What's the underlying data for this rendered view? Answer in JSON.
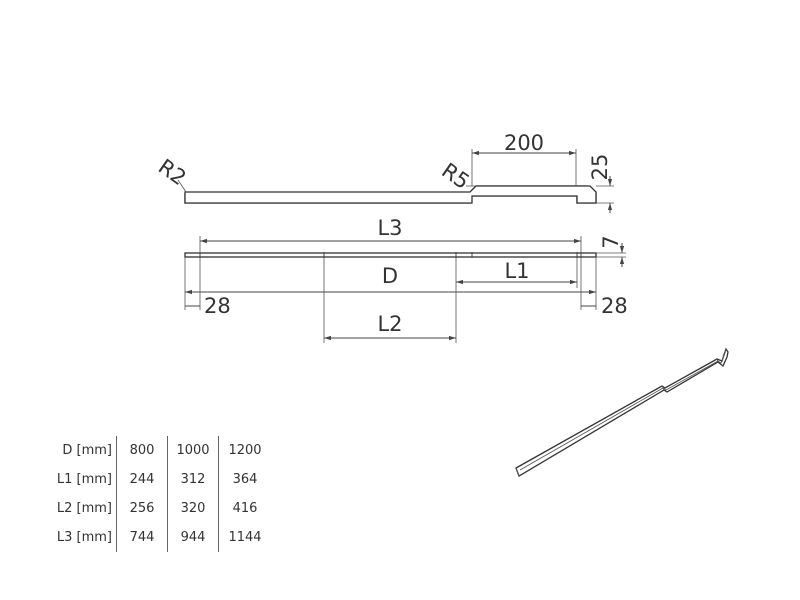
{
  "drawing": {
    "labels": {
      "r2": "R2",
      "r5": "R5",
      "d200": "200",
      "d25": "25",
      "l3": "L3",
      "d7": "7",
      "d": "D",
      "l1": "L1",
      "d28_left": "28",
      "d28_right": "28",
      "l2": "L2"
    }
  },
  "table": {
    "rows": [
      {
        "label": "D [mm]",
        "values": [
          "800",
          "1000",
          "1200"
        ]
      },
      {
        "label": "L1 [mm]",
        "values": [
          "244",
          "312",
          "364"
        ]
      },
      {
        "label": "L2 [mm]",
        "values": [
          "256",
          "320",
          "416"
        ]
      },
      {
        "label": "L3 [mm]",
        "values": [
          "744",
          "944",
          "1144"
        ]
      }
    ]
  }
}
